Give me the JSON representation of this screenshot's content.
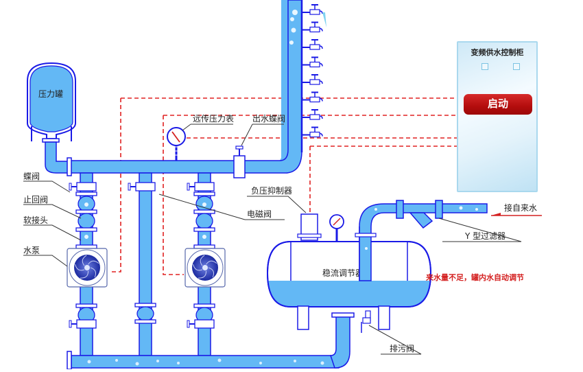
{
  "diagram": {
    "title": "变频供水系统示意图",
    "colors": {
      "pipe_fill": "#63b8f5",
      "pipe_stroke": "#1a1ae6",
      "signal_line": "#e02020",
      "leader_line": "#333333",
      "pump_fan": "#1d2fb0"
    },
    "control_cabinet": {
      "title": "变频供水控制柜",
      "indicators": [
        "indicator-1",
        "indicator-2"
      ],
      "start_button": "启动"
    },
    "labels": {
      "pressure_tank": "压力罐",
      "butterfly_valve": "蝶阀",
      "check_valve": "止回阀",
      "flexible_joint": "软接头",
      "water_pump": "水泵",
      "remote_pressure_gauge": "远传压力表",
      "outlet_butterfly_valve": "出水蝶阀",
      "solenoid_valve": "电磁阀",
      "negative_pressure_suppressor": "负压抑制器",
      "flow_stabilizer": "稳流调节器",
      "y_strainer": "Y  型过滤器",
      "inlet_from_mains": "接自来水",
      "drain_valve": "排污阀",
      "note": "来水量不足，罐内水自动调节"
    },
    "faucet_count": 8,
    "pump_count": 2
  }
}
